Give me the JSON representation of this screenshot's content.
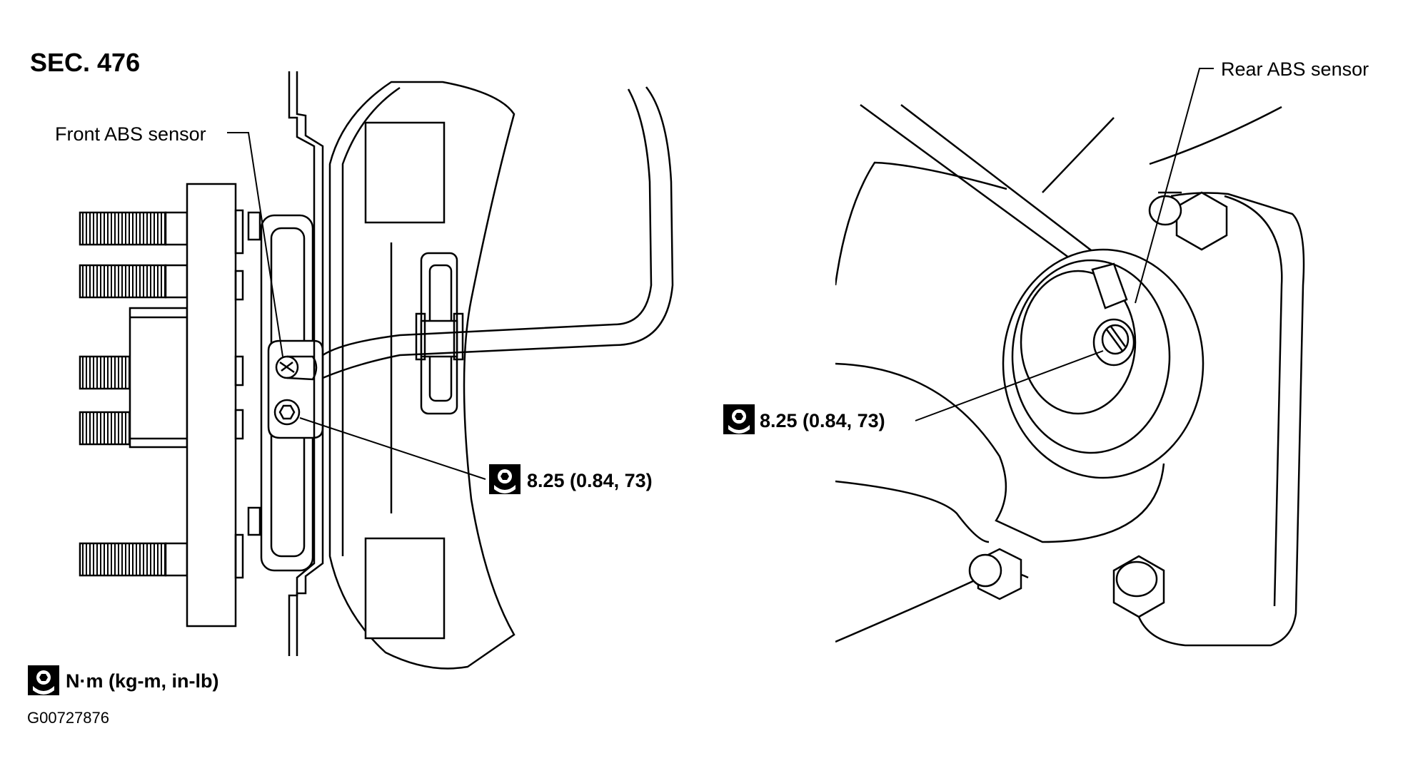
{
  "diagram": {
    "section": "SEC. 476",
    "front_label": "Front ABS sensor",
    "rear_label": "Rear ABS sensor",
    "front_torque": "8.25 (0.84, 73)",
    "rear_torque": "8.25 (0.84, 73)",
    "legend_units": "N·m (kg-m, in-lb)",
    "figure_id": "G00727876",
    "icons": {
      "torque": "torque-wrench-icon"
    },
    "colors": {
      "line": "#000000",
      "background": "#ffffff"
    }
  }
}
